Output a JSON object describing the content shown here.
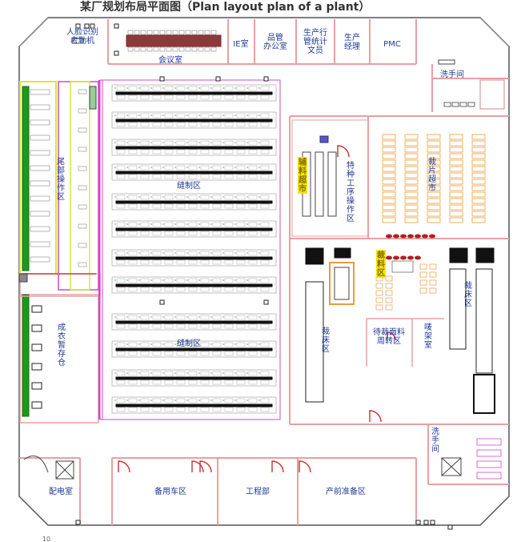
{
  "title": "某厂规划布局平面图（Plan layout plan of a plant）",
  "colors": {
    "wall": "#e8a0a0",
    "wall_dark": "#d06868",
    "outline": "#555555",
    "table": "#222222",
    "seat": "#7cc576",
    "label": "#1f3a93",
    "highlight": "#f2e600",
    "magenta": "#d048c8",
    "green": "#1a9a1a",
    "orange": "#e89c3c",
    "lime": "#d8e63a",
    "door": "#c83232"
  },
  "rooms": {
    "face_attendance": "人脸识别\n考勤机",
    "meeting_room": "会议室",
    "ie_room": "IE室",
    "quality_office": "品管\n办公室",
    "production_admin": "生产行\n管统计\n文员",
    "production_manager": "生产\n经理",
    "pmc": "PMC",
    "washroom_top": "洗手间",
    "washroom_bottom": "洗\n手\n间",
    "tail_operation": "尾\n部\n操\n作\n区",
    "sewing_top": "缝制区",
    "sewing_bottom": "缝制区",
    "finished_storage": "成\n衣\n暂\n存\n仓",
    "accessory_market": "辅\n料\n超\n市",
    "special_process": "特\n种\n工\n序\n操\n作\n区",
    "cut_piece_market": "裁\n片\n超\n市",
    "cutting_material": "裁\n料\n区",
    "cutting_bed_left": "裁\n床\n区",
    "cutting_bed_right": "裁\n床\n区",
    "fabric_transfer": "待裁面料\n周转区",
    "template_rack": "唛\n架\n室",
    "power_room": "配电室",
    "spare_workshop": "备用车区",
    "engineering": "工程部",
    "pre_production": "产前准备区"
  },
  "corner_note": "10"
}
